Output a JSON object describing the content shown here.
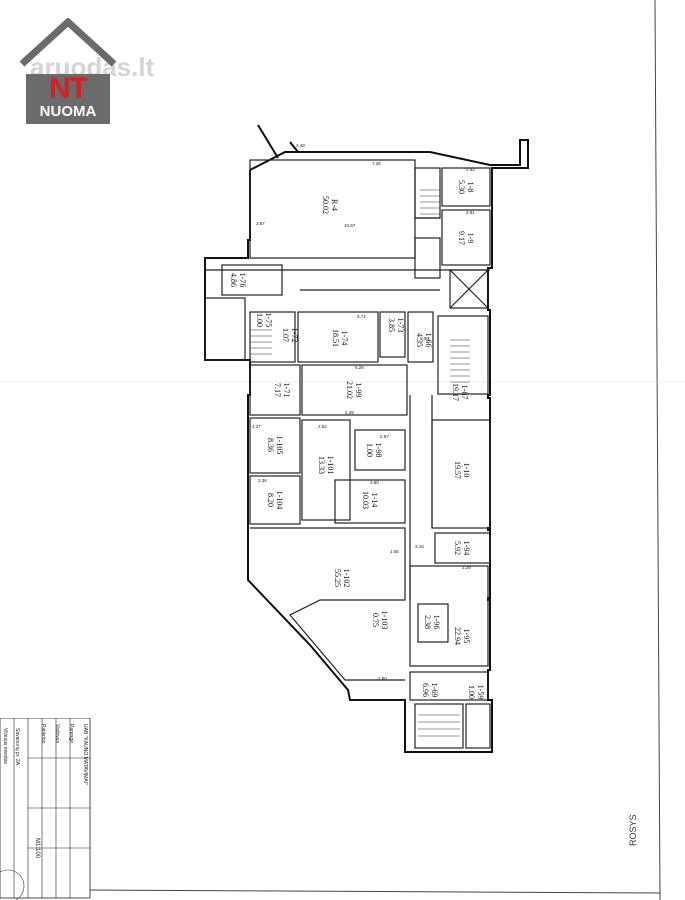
{
  "logo": {
    "brand_text": "NT",
    "tagline": "NUOMA",
    "watermark": "aruodas.lt",
    "colors": {
      "roof": "#6b6b6b",
      "letters": "#d71f26",
      "box": "#6b6b6b"
    }
  },
  "plan": {
    "direction_label": "ROSYS",
    "rooms": [
      {
        "code": "R-4",
        "area": "50.02"
      },
      {
        "code": "1-8",
        "area": "5.30"
      },
      {
        "code": "1-9",
        "area": "9.17"
      },
      {
        "code": "1-76",
        "area": "4.86"
      },
      {
        "code": "1-75",
        "area": "1.00"
      },
      {
        "code": "1-74",
        "area": "18.51"
      },
      {
        "code": "1-73",
        "area": "3.85"
      },
      {
        "code": "1-66",
        "area": "4.35"
      },
      {
        "code": "1-72",
        "area": "1.07"
      },
      {
        "code": "1-71",
        "area": "7.17"
      },
      {
        "code": "1-99",
        "area": "21.02"
      },
      {
        "code": "1-105",
        "area": "8.36"
      },
      {
        "code": "1-101",
        "area": "13.33"
      },
      {
        "code": "1-98",
        "area": "1.00"
      },
      {
        "code": "1-67",
        "area": "19.17"
      },
      {
        "code": "1-10",
        "area": "19.57"
      },
      {
        "code": "1-104",
        "area": "8.20"
      },
      {
        "code": "1-14",
        "area": "10.03"
      },
      {
        "code": "1-94",
        "area": "5.92"
      },
      {
        "code": "1-102",
        "area": "55.25"
      },
      {
        "code": "1-103",
        "area": "0.75"
      },
      {
        "code": "1-96",
        "area": "2.38"
      },
      {
        "code": "1-95",
        "area": "22.94"
      },
      {
        "code": "1-69",
        "area": "6.96"
      },
      {
        "code": "1-59",
        "area": "1.00"
      }
    ],
    "dimensions": [
      "2.48",
      "7.36",
      "2.92",
      "2.91",
      "10.67",
      "3.87",
      "5.72",
      "6.28",
      "3.27",
      "2.39",
      "2.62",
      "2.67",
      "3.80",
      "5.00",
      "2.80",
      "3.15",
      "1.56",
      "3.29",
      "2.36"
    ]
  },
  "title_block": {
    "company": "UAB \"KAUNO MATAVIMAI\"",
    "scale": "M1:100",
    "address": "Savanorių pr. 2A",
    "labels": [
      "Parengė",
      "Vadovas",
      "Patikrino",
      "Vilniaus miestas"
    ]
  }
}
